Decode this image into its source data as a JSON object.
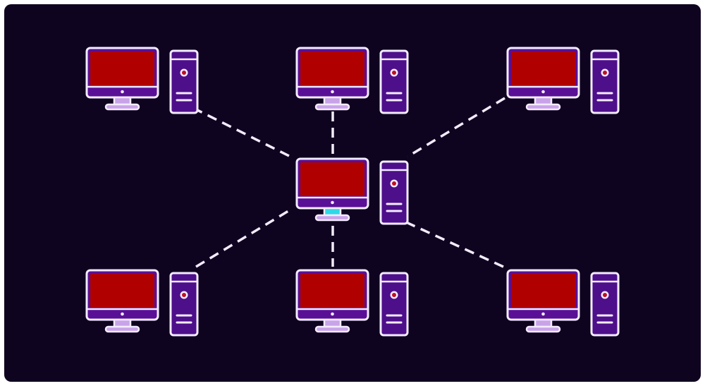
{
  "diagram": {
    "type": "star-network-topology",
    "colors": {
      "background": "#0f0420",
      "screen": "#b00000",
      "outline": "#f3ecff",
      "frame_fill": "#5a1096",
      "tower_fill": "#4e0f8a",
      "stand_fill": "#c9a3e8",
      "hub_stand_fill": "#2fd9e6",
      "power_dot": "#c01020",
      "link": "#f3ecff"
    },
    "icons": {
      "monitor": "monitor-icon",
      "tower": "computer-tower-icon"
    },
    "hub": {
      "name": "hub-computer"
    },
    "nodes": [
      {
        "name": "computer-top-left",
        "position": "top-left"
      },
      {
        "name": "computer-top-center",
        "position": "top-center"
      },
      {
        "name": "computer-top-right",
        "position": "top-right"
      },
      {
        "name": "computer-bottom-left",
        "position": "bottom-left"
      },
      {
        "name": "computer-bottom-center",
        "position": "bottom-center"
      },
      {
        "name": "computer-bottom-right",
        "position": "bottom-right"
      }
    ],
    "link_style": "dashed"
  }
}
